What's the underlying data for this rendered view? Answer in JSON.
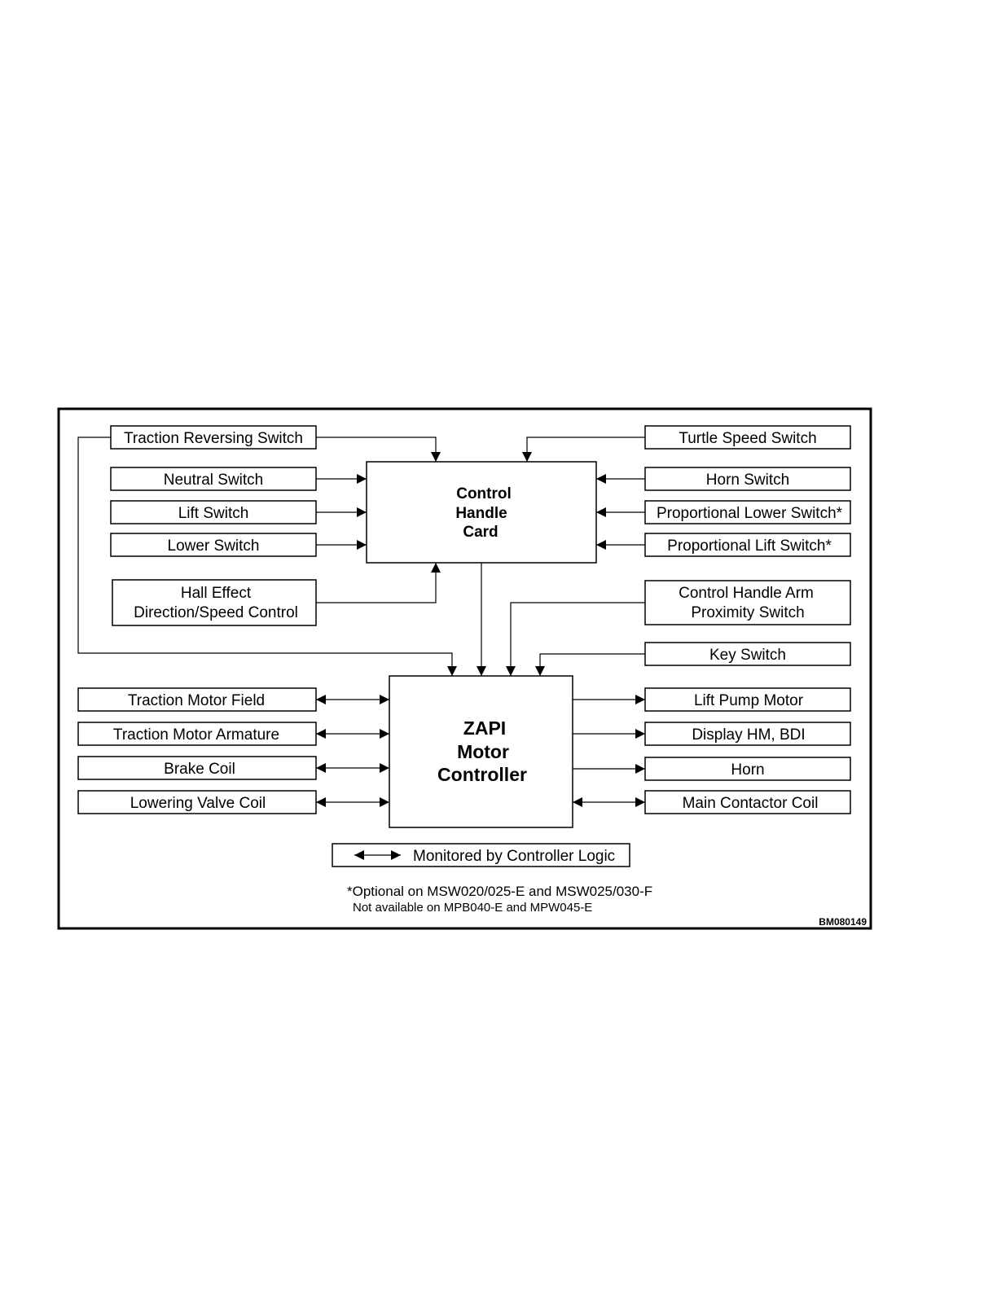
{
  "inputs_to_handle_card": {
    "traction_reversing": "Traction Reversing Switch",
    "neutral": "Neutral Switch",
    "lift": "Lift Switch",
    "lower": "Lower Switch",
    "hall_effect_line1": "Hall Effect",
    "hall_effect_line2": "Direction/Speed Control",
    "turtle_speed": "Turtle Speed Switch",
    "horn_switch": "Horn Switch",
    "prop_lower": "Proportional Lower Switch*",
    "prop_lift": "Proportional Lift Switch*"
  },
  "control_handle_card": {
    "line1": "Control",
    "line2": "Handle",
    "line3": "Card"
  },
  "inputs_to_controller": {
    "arm_prox_line1": "Control Handle Arm",
    "arm_prox_line2": "Proximity Switch",
    "key_switch": "Key Switch"
  },
  "controller": {
    "line1": "ZAPI",
    "line2": "Motor",
    "line3": "Controller"
  },
  "monitored_outputs": {
    "traction_motor_field": "Traction Motor Field",
    "traction_motor_armature": "Traction Motor Armature",
    "brake_coil": "Brake Coil",
    "lowering_valve_coil": "Lowering Valve Coil",
    "main_contactor_coil": "Main Contactor Coil"
  },
  "outputs": {
    "lift_pump_motor": "Lift Pump Motor",
    "display": "Display HM, BDI",
    "horn": "Horn"
  },
  "legend": {
    "text": "Monitored by Controller Logic"
  },
  "footnote": {
    "line1": "*Optional on MSW020/025-E and MSW025/030-F",
    "line2": "Not available on MPB040-E and MPW045-E"
  },
  "figure_id": "BM080149"
}
